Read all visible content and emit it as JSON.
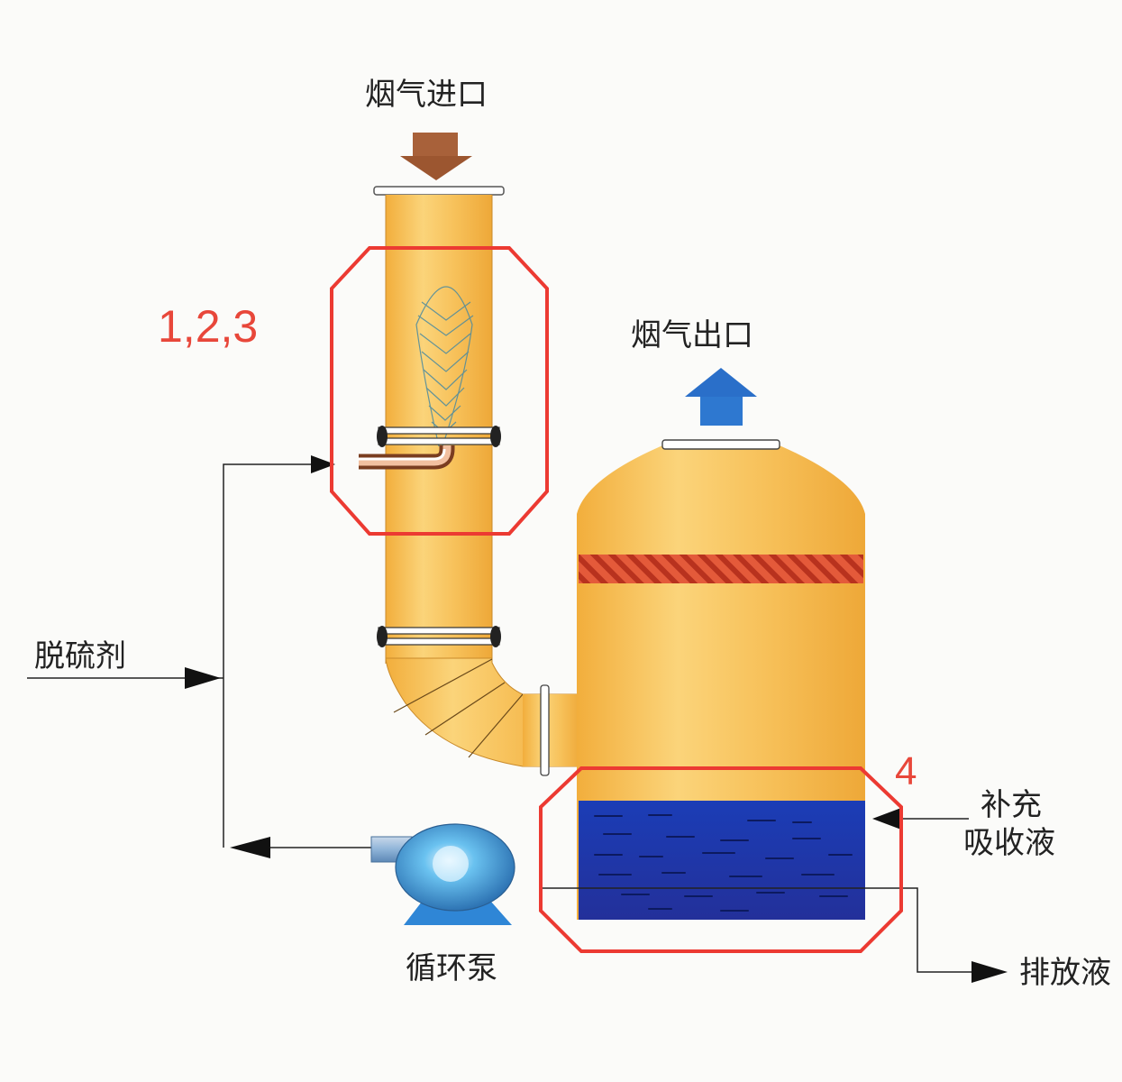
{
  "labels": {
    "gas_inlet": "烟气进口",
    "gas_outlet": "烟气出口",
    "desulfurizer": "脱硫剂",
    "makeup_line1": "补充",
    "makeup_line2": "吸收液",
    "discharge": "排放液",
    "pump": "循环泵"
  },
  "zones": {
    "spray_zone": "1,2,3",
    "sump_zone": "4"
  },
  "colors": {
    "tower_body": "#f5b94a",
    "tower_highlight": "#ffe9a8",
    "liquid": "#1f3aa8",
    "packing_band": "#d9452b",
    "zone_outline": "#ec3a32",
    "inlet_arrow": "#a05a2c",
    "outlet_arrow": "#2a6fc9",
    "pump_body": "#5ab0e8"
  }
}
